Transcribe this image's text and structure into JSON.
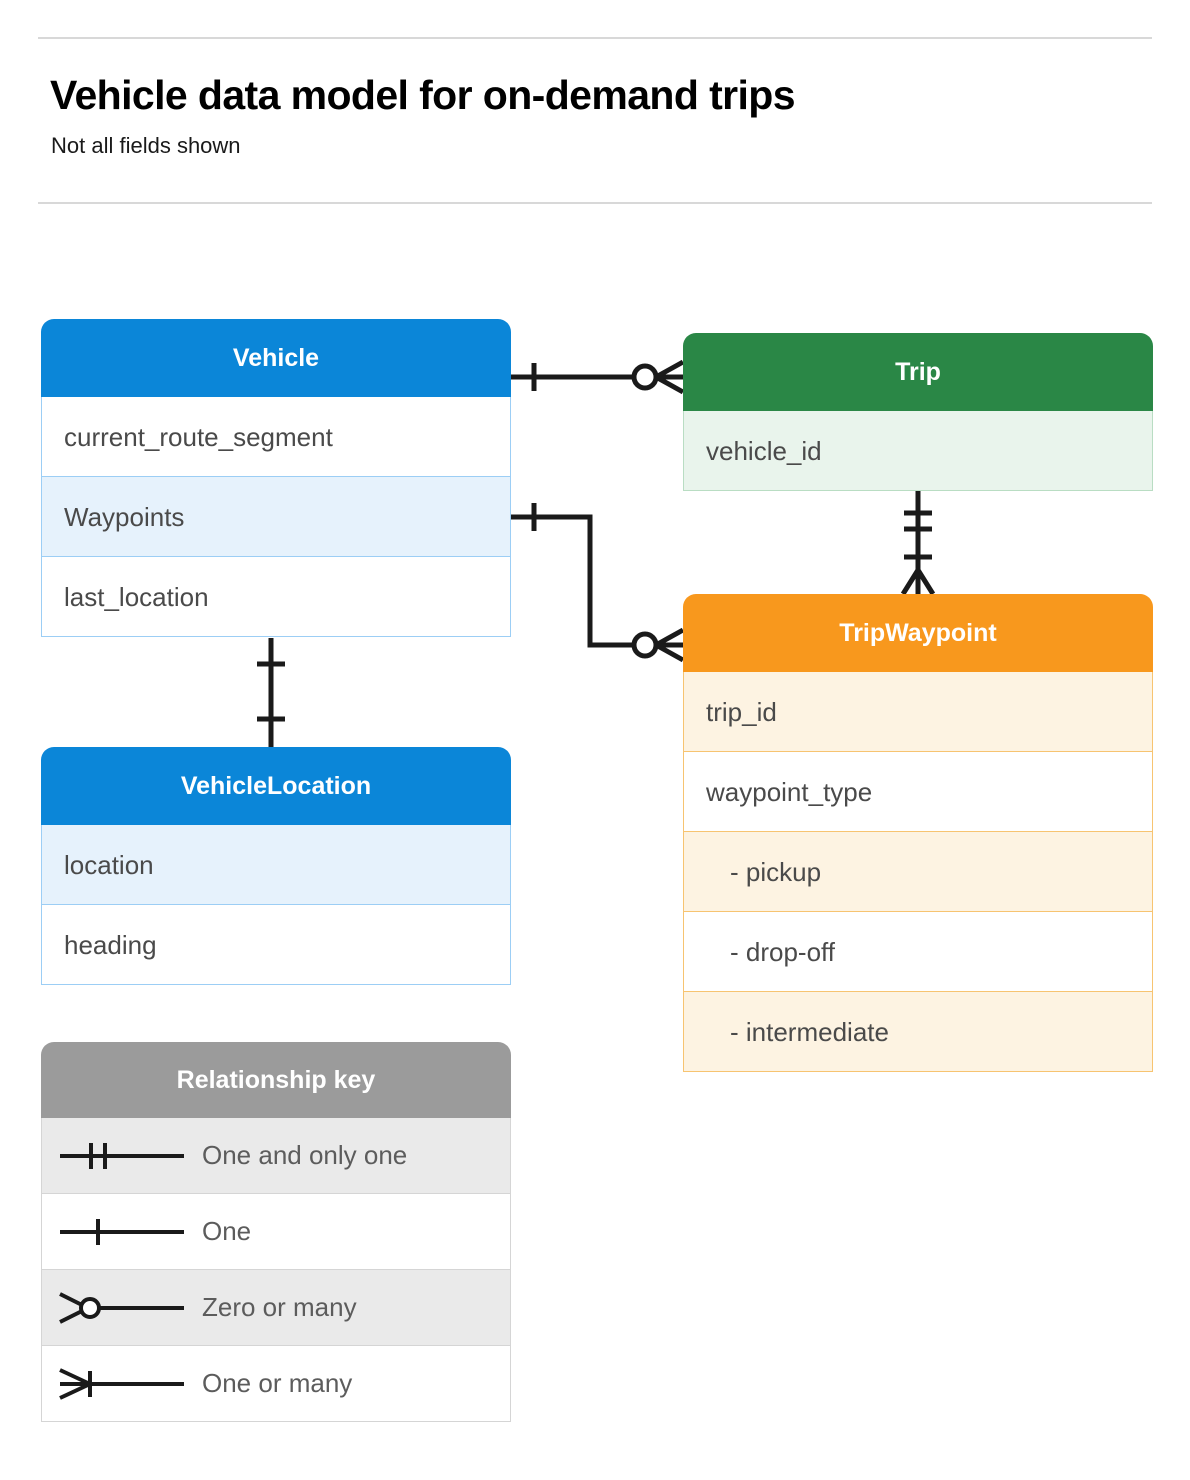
{
  "header": {
    "title": "Vehicle data model for on-demand trips",
    "subtitle": "Not all fields shown"
  },
  "colors": {
    "blue": "#0b86d8",
    "green": "#2a8746",
    "orange": "#f8981d",
    "gray": "#9b9b9b",
    "line": "#1a1a1a",
    "rule": "#d8d8d8"
  },
  "entities": [
    {
      "id": "vehicle",
      "name": "Vehicle",
      "theme": "blue",
      "rows": [
        {
          "label": "current_route_segment",
          "highlight": false
        },
        {
          "label": "Waypoints",
          "highlight": true
        },
        {
          "label": "last_location",
          "highlight": false
        }
      ]
    },
    {
      "id": "trip",
      "name": "Trip",
      "theme": "green",
      "rows": [
        {
          "label": "vehicle_id",
          "highlight": true
        }
      ]
    },
    {
      "id": "tripwaypoint",
      "name": "TripWaypoint",
      "theme": "orange",
      "rows": [
        {
          "label": "trip_id",
          "highlight": true
        },
        {
          "label": "waypoint_type",
          "highlight": false
        },
        {
          "label": "- pickup",
          "highlight": true,
          "sub": true
        },
        {
          "label": "- drop-off",
          "highlight": false,
          "sub": true
        },
        {
          "label": "- intermediate",
          "highlight": true,
          "sub": true
        }
      ]
    },
    {
      "id": "vehiclelocation",
      "name": "VehicleLocation",
      "theme": "blue",
      "rows": [
        {
          "label": "location",
          "highlight": true
        },
        {
          "label": "heading",
          "highlight": false
        }
      ]
    }
  ],
  "legend": {
    "title": "Relationship key",
    "rows": [
      {
        "symbol": "one-and-only-one",
        "label": "One and only one"
      },
      {
        "symbol": "one",
        "label": "One"
      },
      {
        "symbol": "zero-or-many",
        "label": "Zero or many"
      },
      {
        "symbol": "one-or-many",
        "label": "One or many"
      }
    ]
  },
  "relationships": [
    {
      "from": "Vehicle",
      "to": "Trip",
      "from_card": "one",
      "to_card": "zero-or-many"
    },
    {
      "from": "Vehicle.Waypoints",
      "to": "TripWaypoint",
      "from_card": "one",
      "to_card": "zero-or-many"
    },
    {
      "from": "Trip",
      "to": "TripWaypoint",
      "from_card": "one-and-only-one",
      "to_card": "one-or-many"
    },
    {
      "from": "Vehicle",
      "to": "VehicleLocation",
      "from_card": "one",
      "to_card": "one"
    }
  ]
}
